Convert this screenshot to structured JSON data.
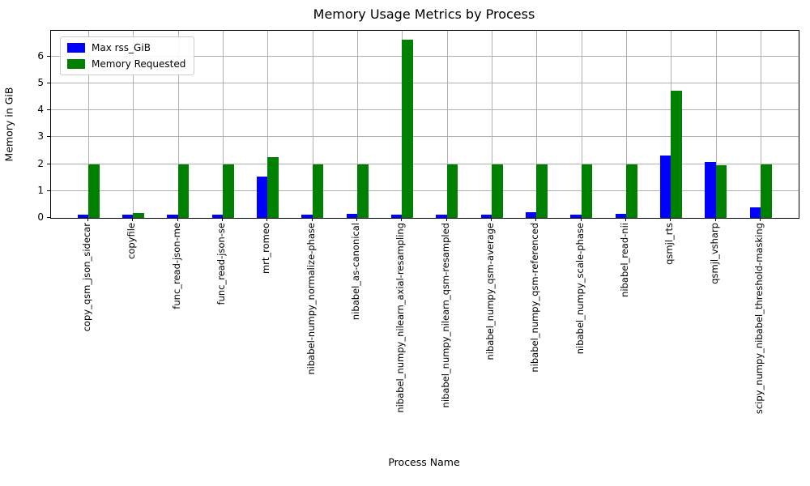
{
  "chart_data": {
    "type": "bar",
    "title": "Memory Usage Metrics by Process",
    "xlabel": "Process Name",
    "ylabel": "Memory in GiB",
    "categories": [
      "copy_qsm_json_sidecar",
      "copyfile",
      "func_read-json-me",
      "func_read-json-se",
      "mrt_romeo",
      "nibabel-numpy_normalize-phase",
      "nibabel_as-canonical",
      "nibabel_numpy_nilearn_axial-resampling",
      "nibabel_numpy_nilearn_qsm-resampled",
      "nibabel_numpy_qsm-average",
      "nibabel_numpy_qsm-referenced",
      "nibabel_numpy_scale-phase",
      "nibabel_read-nii",
      "qsmjl_rts",
      "qsmjl_vsharp",
      "scipy_numpy_nibabel_threshold-masking"
    ],
    "series": [
      {
        "name": "Max rss_GiB",
        "color": "#0000ff",
        "values": [
          0.13,
          0.12,
          0.13,
          0.13,
          1.55,
          0.12,
          0.16,
          0.13,
          0.12,
          0.12,
          0.22,
          0.13,
          0.16,
          2.33,
          2.08,
          0.38
        ]
      },
      {
        "name": "Memory Requested",
        "color": "#008000",
        "values": [
          2.0,
          0.19,
          2.0,
          2.0,
          2.25,
          2.0,
          2.0,
          6.63,
          2.0,
          2.0,
          2.0,
          2.0,
          2.0,
          4.72,
          1.96,
          2.0
        ]
      }
    ],
    "ylim": [
      0,
      6.96
    ],
    "yticks": [
      0,
      1,
      2,
      3,
      4,
      5,
      6
    ],
    "grid": true,
    "legend_position": "upper-left",
    "grid_color": "#b0b0b0",
    "background_color": "#ffffff"
  }
}
